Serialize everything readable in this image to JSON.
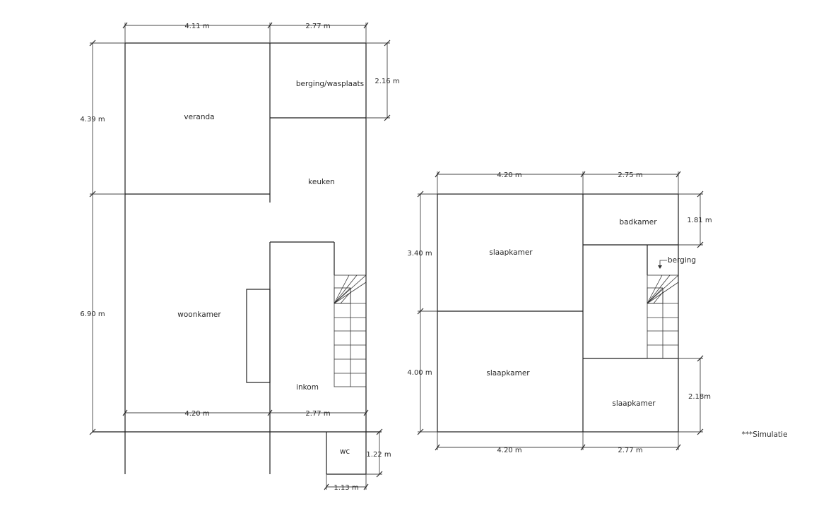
{
  "ground_floor": {
    "rooms": {
      "veranda": "veranda",
      "berging_wasplaats": "berging/wasplaats",
      "keuken": "keuken",
      "woonkamer": "woonkamer",
      "inkom": "inkom",
      "wc": "wc"
    },
    "dimensions": {
      "top_left_width": "4.11 m",
      "top_right_width": "2.77 m",
      "berging_height": "2.16 m",
      "veranda_height": "4.39 m",
      "woonkamer_height": "6.90 m",
      "bottom_left_width": "4.20 m",
      "bottom_right_width": "2.77 m",
      "wc_height": "1.22 m",
      "wc_width": "1.13 m"
    }
  },
  "first_floor": {
    "rooms": {
      "slaapkamer_top": "slaapkamer",
      "badkamer": "badkamer",
      "berging": "berging",
      "slaapkamer_bottom_left": "slaapkamer",
      "slaapkamer_bottom_right": "slaapkamer"
    },
    "dimensions": {
      "top_left_width": "4.20 m",
      "top_right_width": "2.75 m",
      "badkamer_height": "1.81 m",
      "slaapkamer_top_height": "3.40 m",
      "slaapkamer_bottom_height": "4.00 m",
      "slaapkamer_right_height": "2.18m",
      "bottom_left_width": "4.20 m",
      "bottom_right_width": "2.77 m"
    }
  },
  "note": "***Simulatie",
  "colors": {
    "line": "#1f1f1f",
    "text": "#2a2a2a",
    "background": "#ffffff"
  }
}
